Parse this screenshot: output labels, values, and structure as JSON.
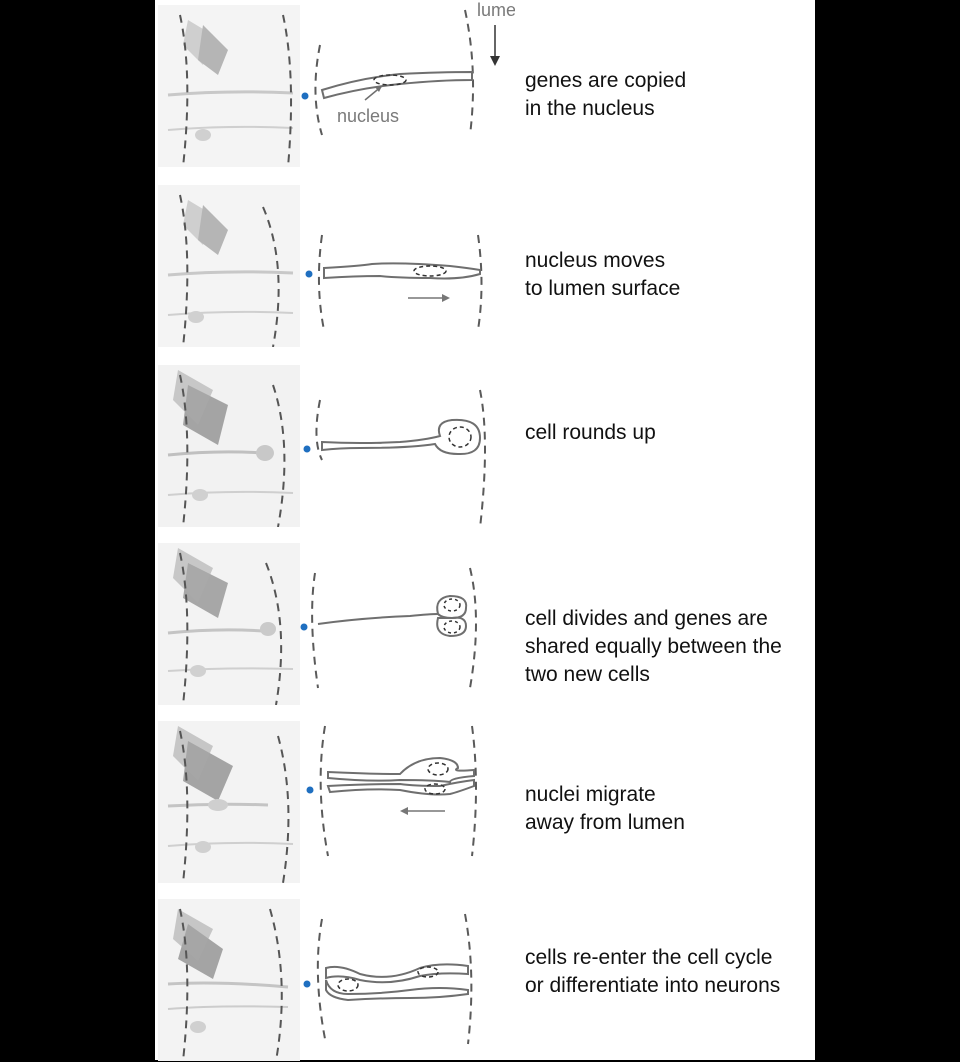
{
  "colors": {
    "background": "#000000",
    "panel": "#ffffff",
    "cell_outline": "#6f6f6f",
    "lumen_wall": "#5a5a5a",
    "marker_dot": "#1f6fc0",
    "label": "#7a7a7a"
  },
  "labels": {
    "lumen": "lumen",
    "nucleus": "nucleus"
  },
  "steps": [
    {
      "lines": [
        "genes are copied",
        "in the nucleus"
      ]
    },
    {
      "lines": [
        "nucleus moves",
        "to lumen surface"
      ]
    },
    {
      "lines": [
        "cell rounds up"
      ]
    },
    {
      "lines": [
        "cell divides and genes are",
        "shared equally between the",
        "two new cells"
      ]
    },
    {
      "lines": [
        "nuclei migrate",
        "away from lumen"
      ]
    },
    {
      "lines": [
        "cells re-enter the cell cycle",
        "or differentiate into neurons"
      ]
    }
  ]
}
